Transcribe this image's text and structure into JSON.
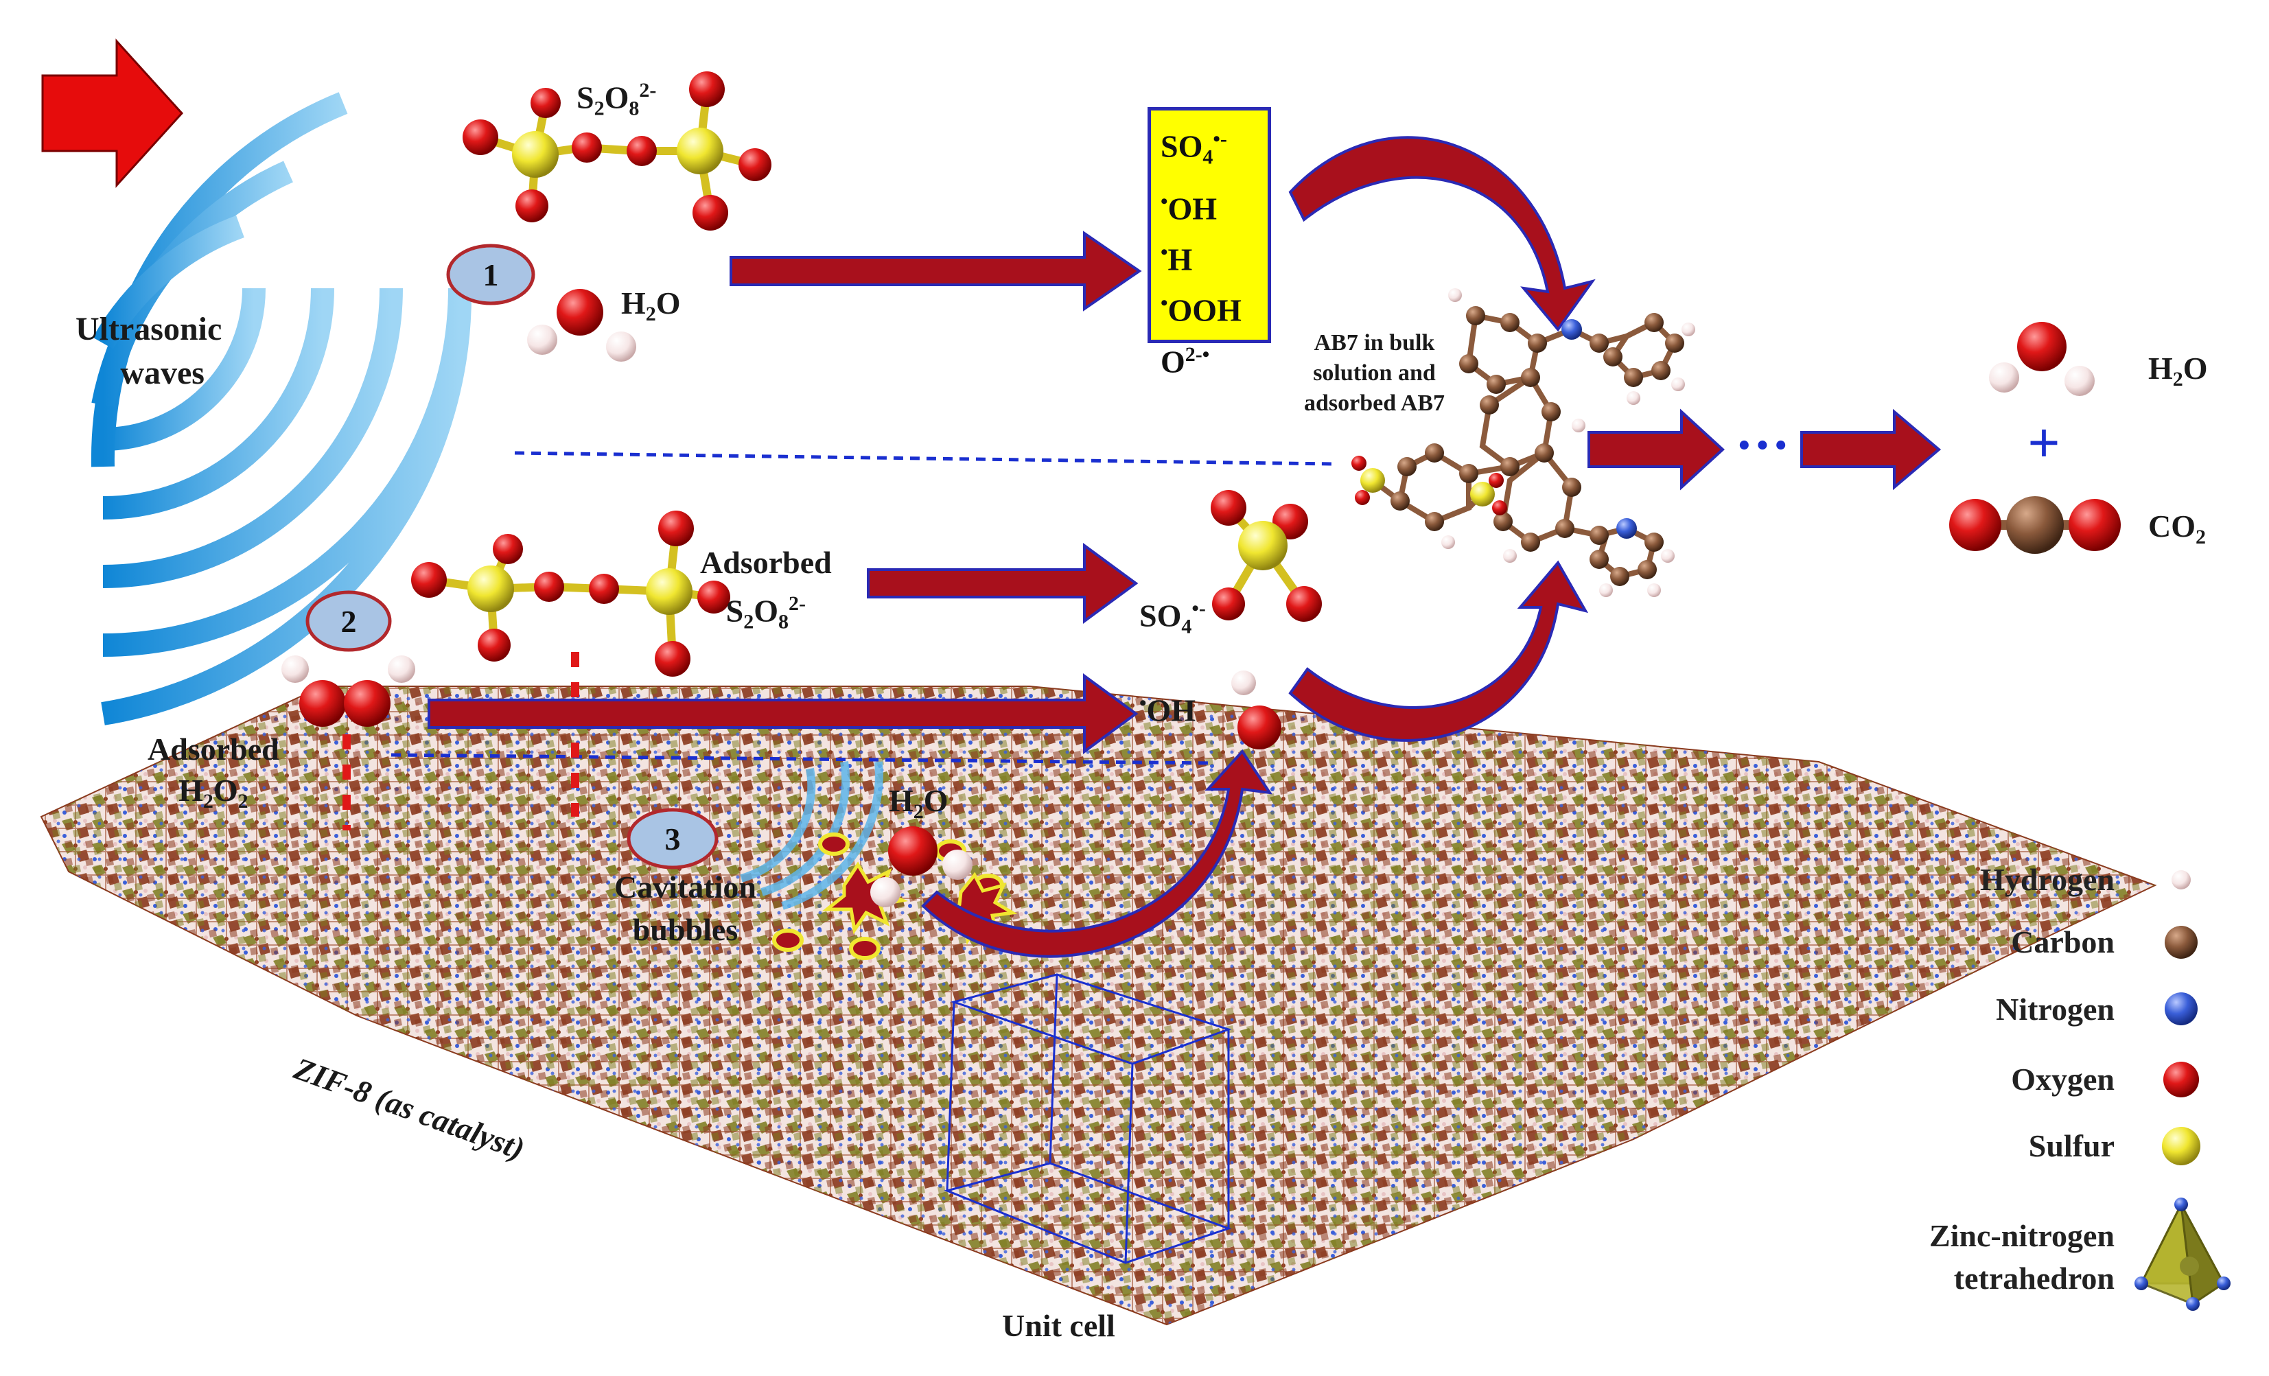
{
  "labels": {
    "ultrasonic": "Ultrasonic waves",
    "ultrasonic_line1": "Ultrasonic",
    "ultrasonic_line2": "waves",
    "s2o8_top": "S2O8 2-",
    "h2o_top": "H2O",
    "adsorbed_s2o8_line1": "Adsorbed",
    "adsorbed_s2o8_line2": "S2O8 2-",
    "so4_radical": "SO4•-",
    "oh_radical": "•OH",
    "adsorbed_h2o2_line1": "Adsorbed",
    "adsorbed_h2o2_line2": "H2O2",
    "h2o_bubble": "H2O",
    "cavitation_line1": "Cavitation",
    "cavitation_line2": "bubbles",
    "catalyst": "ZIF-8 (as catalyst)",
    "unit_cell": "Unit cell",
    "ab7_line1": "AB7 in bulk",
    "ab7_line2": "solution and",
    "ab7_line3": "adsorbed AB7",
    "product_h2o": "H2O",
    "product_co2": "CO2",
    "plus": "+",
    "ellipsis": "···"
  },
  "badges": [
    "1",
    "2",
    "3"
  ],
  "radicals_box": [
    "SO4•-",
    "•OH",
    "•H",
    "•OOH",
    "O2-•"
  ],
  "legend": [
    {
      "label": "Hydrogen",
      "color": "#f4dede",
      "icon": "hydrogen-atom-icon"
    },
    {
      "label": "Carbon",
      "color": "#8b5a3c",
      "icon": "carbon-atom-icon"
    },
    {
      "label": "Nitrogen",
      "color": "#3a5fd9",
      "icon": "nitrogen-atom-icon"
    },
    {
      "label": "Oxygen",
      "color": "#dd1a1a",
      "icon": "oxygen-atom-icon"
    },
    {
      "label": "Sulfur",
      "color": "#f0e630",
      "icon": "sulfur-atom-icon"
    }
  ],
  "legend_tetra": {
    "line1": "Zinc-nitrogen",
    "line2": "tetrahedron",
    "icon": "zinc-nitrogen-tetrahedron-icon"
  },
  "colors": {
    "arrow": "#a8101c",
    "arrow_edge": "#2a2ab5",
    "wave": "#1e9be0",
    "badge_fill": "#a9c4e4",
    "badge_edge": "#b2282c",
    "radical_box": "#ffff00",
    "dashed": "#1a2fd0",
    "framework_brown": "#8a3a1e",
    "framework_olive": "#7b7a1c"
  }
}
